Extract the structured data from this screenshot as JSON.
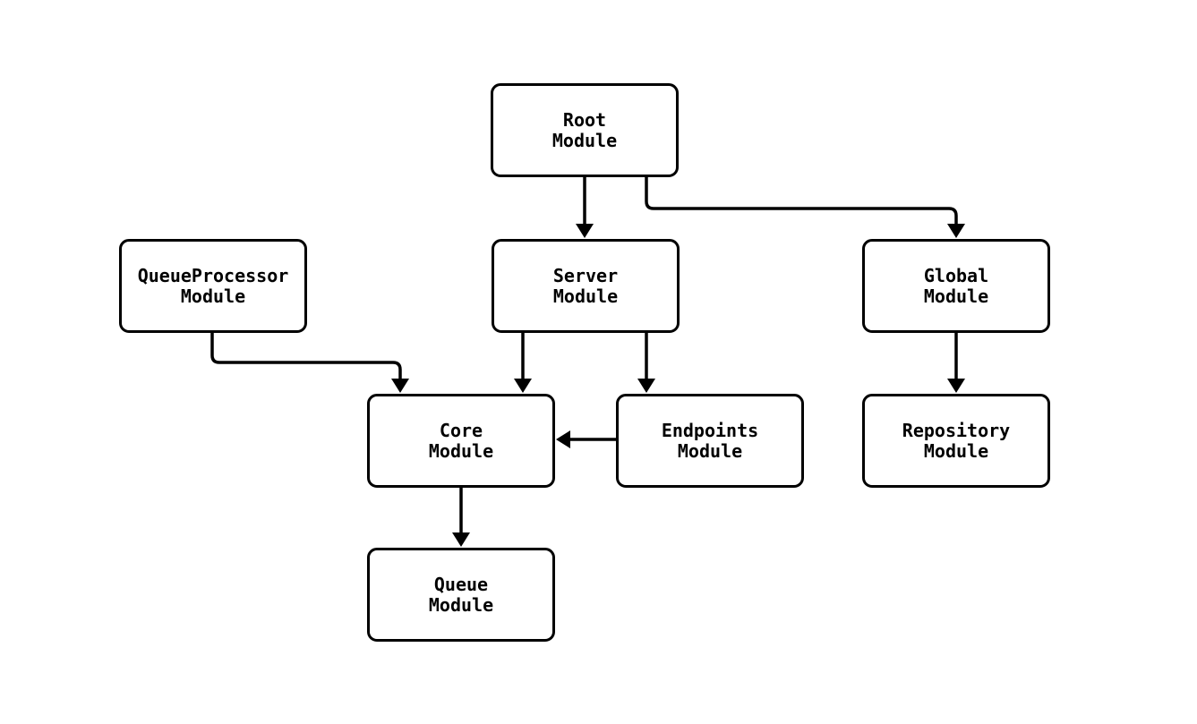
{
  "diagram": {
    "background_color": "#ffffff",
    "line_color": "#000000",
    "nodes": [
      {
        "id": "root",
        "line1": "Root",
        "line2": "Module"
      },
      {
        "id": "queueprocessor",
        "line1": "QueueProcessor",
        "line2": "Module"
      },
      {
        "id": "server",
        "line1": "Server",
        "line2": "Module"
      },
      {
        "id": "global",
        "line1": "Global",
        "line2": "Module"
      },
      {
        "id": "core",
        "line1": "Core",
        "line2": "Module"
      },
      {
        "id": "endpoints",
        "line1": "Endpoints",
        "line2": "Module"
      },
      {
        "id": "repository",
        "line1": "Repository",
        "line2": "Module"
      },
      {
        "id": "queue",
        "line1": "Queue",
        "line2": "Module"
      }
    ],
    "edges": [
      {
        "from": "Root Module",
        "to": "Server Module"
      },
      {
        "from": "Root Module",
        "to": "Global Module"
      },
      {
        "from": "QueueProcessor Module",
        "to": "Core Module"
      },
      {
        "from": "Server Module",
        "to": "Core Module"
      },
      {
        "from": "Server Module",
        "to": "Endpoints Module"
      },
      {
        "from": "Endpoints Module",
        "to": "Core Module"
      },
      {
        "from": "Global Module",
        "to": "Repository Module"
      },
      {
        "from": "Core Module",
        "to": "Queue Module"
      }
    ]
  }
}
